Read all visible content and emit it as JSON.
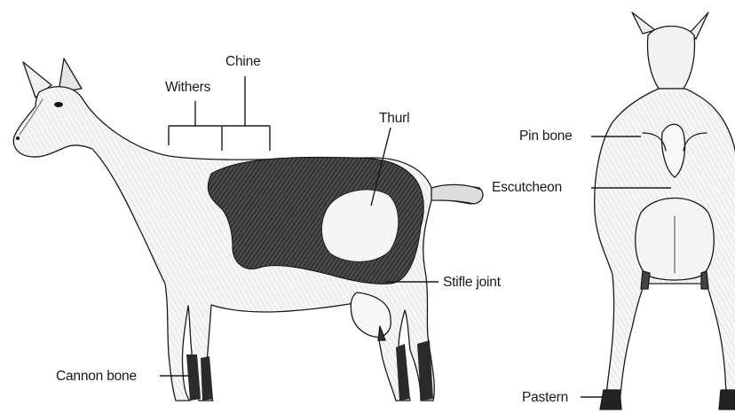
{
  "labels": {
    "chine": "Chine",
    "withers": "Withers",
    "thurl": "Thurl",
    "stifle_joint": "Stifle joint",
    "cannon_bone": "Cannon bone",
    "pin_bone": "Pin bone",
    "escutcheon": "Escutcheon",
    "pastern": "Pastern"
  },
  "colors": {
    "ink": "#1a1a1a",
    "dark_patch": "#3a3a3a",
    "body_fill": "#f4f4f4",
    "background": "#ffffff"
  }
}
